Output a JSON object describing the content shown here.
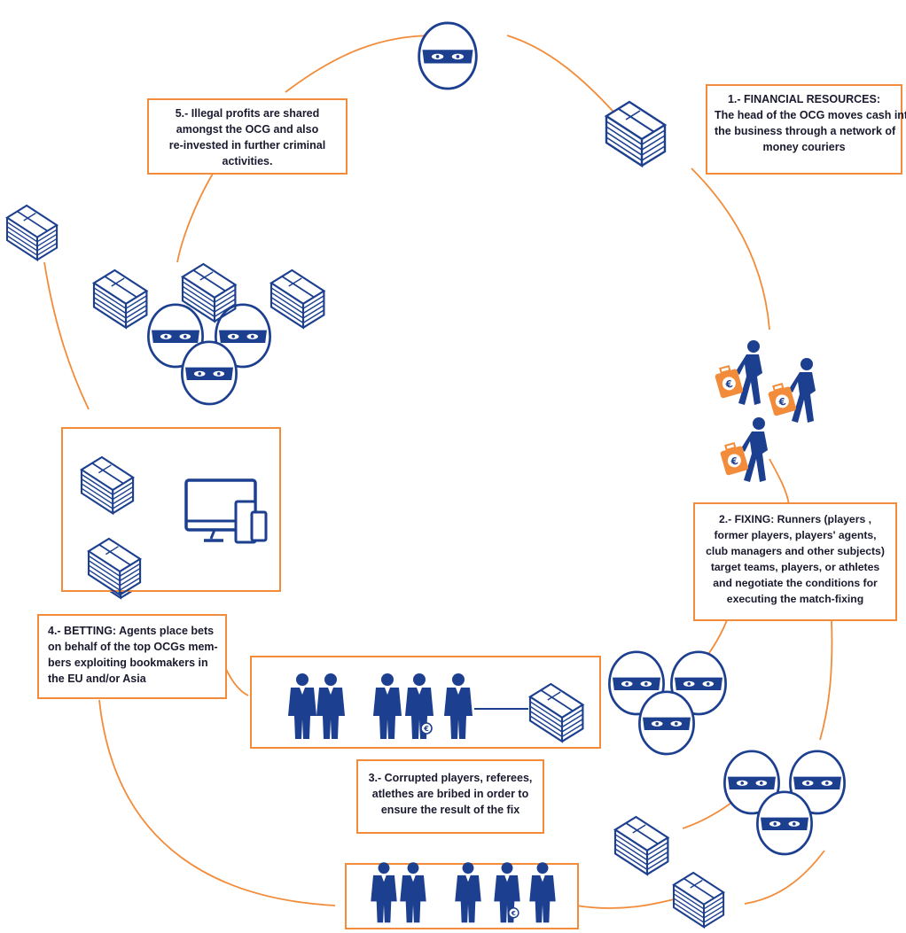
{
  "colors": {
    "accent": "#f28c3a",
    "primary": "#1c3f8f",
    "text": "#1a1a2e"
  },
  "icons": [
    "masked-criminal-icon",
    "cash-stack-icon",
    "money-courier-icon",
    "euro-suitcase-icon",
    "computer-devices-icon",
    "person-icon",
    "referee-icon"
  ],
  "steps": {
    "financial": {
      "lines": [
        "1.- FINANCIAL RESOURCES:",
        "The head of the OCG moves cash into",
        "the business through a network of",
        "money couriers"
      ]
    },
    "fixing": {
      "lines": [
        "2.- FIXING: Runners (players ,",
        "former players, players' agents,",
        "club managers and other subjects)",
        "target teams, players, or athletes",
        "and negotiate the conditions for",
        "executing the match-fixing"
      ]
    },
    "corruption": {
      "lines": [
        "3.- Corrupted players, referees,",
        "atlethes are bribed in order to",
        "ensure the result of the fix"
      ]
    },
    "betting": {
      "lines": [
        "4.- BETTING: Agents place bets",
        "on behalf of the top OCGs mem-",
        "bers exploiting bookmakers in",
        "the EU and/or Asia"
      ]
    },
    "profits": {
      "lines": [
        "5.- Illegal profits are shared",
        "amongst the OCG and also",
        "re-invested in further criminal",
        "activities."
      ]
    }
  }
}
